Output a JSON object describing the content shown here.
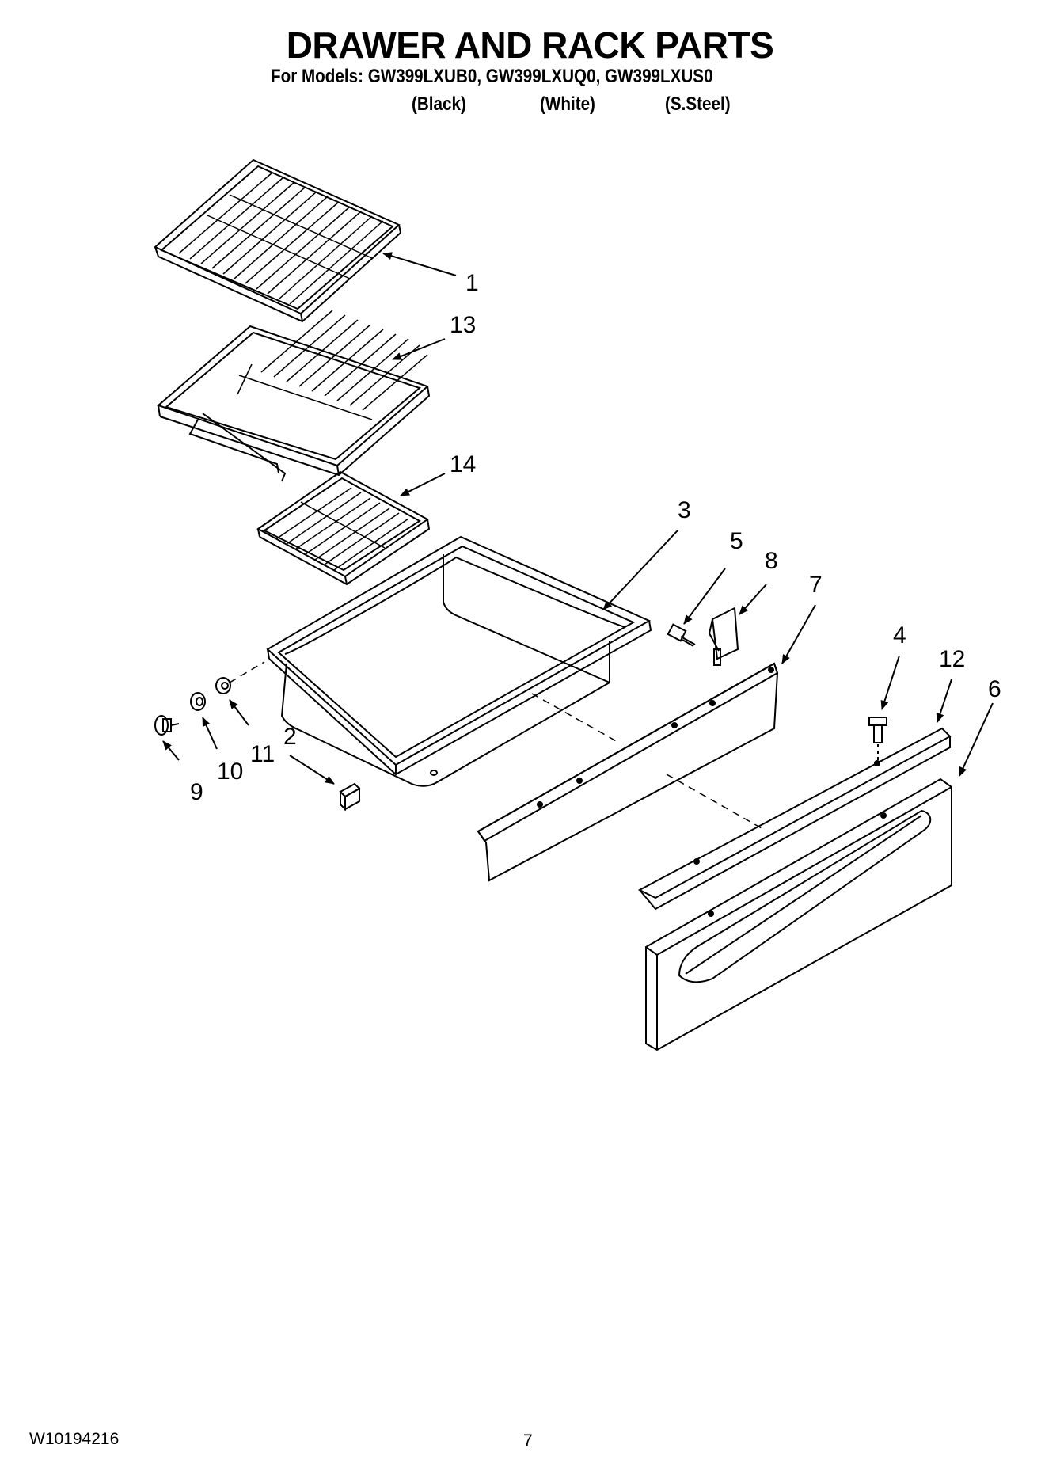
{
  "header": {
    "title": "DRAWER AND RACK PARTS",
    "models_line": "For Models: GW399LXUB0, GW399LXUQ0, GW399LXUS0",
    "finishes": [
      "(Black)",
      "(White)",
      "(S.Steel)"
    ]
  },
  "callouts": [
    "1",
    "13",
    "14",
    "3",
    "5",
    "8",
    "7",
    "4",
    "12",
    "6",
    "2",
    "9",
    "10",
    "11"
  ],
  "footer": {
    "doc_number": "W10194216",
    "page_number": "7"
  }
}
